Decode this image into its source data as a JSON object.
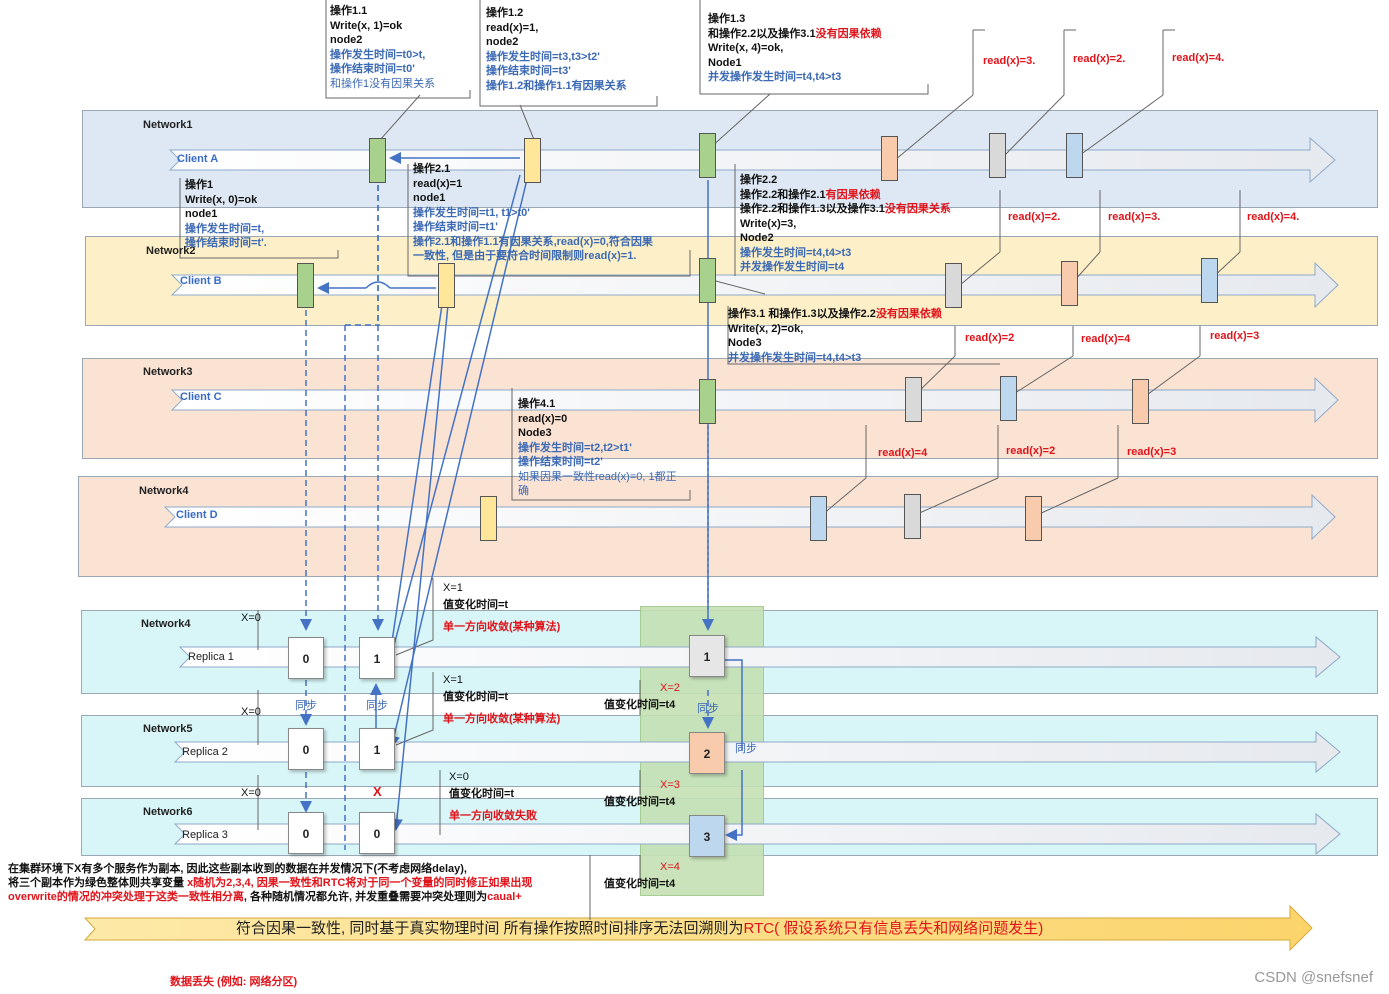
{
  "networks": [
    {
      "title": "Network1",
      "client": "Client A"
    },
    {
      "title": "Network2",
      "client": "Client B"
    },
    {
      "title": "Network3",
      "client": "Client C"
    },
    {
      "title": "Network4",
      "client": "Client D"
    },
    {
      "title": "Network4",
      "client": "Replica 1"
    },
    {
      "title": "Network5",
      "client": "Replica 2"
    },
    {
      "title": "Network6",
      "client": "Replica 3"
    }
  ],
  "notes": {
    "op11": [
      "操作1.1",
      "Write(x,  1)=ok",
      "node2",
      "操作发生时间=t0>t,",
      "操作结束时间=t0'",
      "和操作1没有因果关系"
    ],
    "op12": [
      "操作1.2",
      "read(x)=1,",
      "node2",
      "操作发生时间=t3,t3>t2'",
      "操作结束时间=t3'",
      "操作1.2和操作1.1有因果关系"
    ],
    "op13_title": "操作1.3",
    "op13_line1a": "和操作2.2以及操作3.1",
    "op13_line1b": "没有因果依赖",
    "op13_rest": [
      "Write(x,  4)=ok,",
      "Node1",
      "并发操作发生时间=t4,t4>t3"
    ],
    "op1": [
      "操作1",
      "Write(x,  0)=ok",
      "node1",
      "操作发生时间=t,",
      "操作结束时间=t'."
    ],
    "op21": [
      "操作2.1",
      "read(x)=1",
      "node1",
      "操作发生时间=t1, t1>t0'",
      "操作结束时间=t1'",
      "操作2.1和操作1.1有因果关系,read(x)=0,符合因果",
      "一致性, 但是由于要符合时间限制则read(x)=1."
    ],
    "op22_title": "操作2.2",
    "op22_line1a": "操作2.2和操作2.1",
    "op22_line1b": "有因果依赖",
    "op22_line2a": "操作2.2和操作1.3以及操作3.1",
    "op22_line2b": "没有因果关系",
    "op22_rest": [
      "Write(x)=3,",
      "Node2",
      "操作发生时间=t4,t4>t3",
      "并发操作发生时间=t4"
    ],
    "op31_line1a": "操作3.1 和操作1.3以及操作2.2",
    "op31_line1b": "没有因果依赖",
    "op31_rest": [
      "Write(x,  2)=ok,",
      "Node3",
      "并发操作发生时间=t4,t4>t3"
    ],
    "op41": [
      "操作4.1",
      "read(x)=0",
      "Node3",
      "操作发生时间=t2,t2>t1'",
      "操作结束时间=t2'",
      "如果因果一致性read(x)=0,  1都正",
      "确"
    ]
  },
  "reads": [
    "read(x)=3.",
    "read(x)=2.",
    "read(x)=4.",
    "read(x)=2.",
    "read(x)=3.",
    "read(x)=4.",
    "read(x)=2",
    "read(x)=4",
    "read(x)=3",
    "read(x)=4",
    "read(x)=2",
    "read(x)=3"
  ],
  "replica_values": {
    "r1": [
      "0",
      "1",
      "1"
    ],
    "r2": [
      "0",
      "1",
      "2"
    ],
    "r3": [
      "0",
      "0",
      "3"
    ]
  },
  "labels": {
    "x0": "X=0",
    "x1": "X=1",
    "x2": "X=2",
    "x3": "X=3",
    "x4": "X=4",
    "vt": "值变化时间=t",
    "vt4": "值变化时间=t4",
    "conv": "单一方向收敛(某种算法)",
    "conv_fail": "单一方向收敛失败",
    "sync": "同步",
    "x_mark": "X"
  },
  "footer": {
    "line1": "在集群环境下X有多个服务作为副本, 因此这些副本收到的数据在并发情况下(不考虑网络delay),",
    "line2a": "将三个副本作为绿色整体则共享变量 ",
    "line2b": "x随机为2,3,4, 因果一致性和RTC将对于同一个变量的同时修正如果出现",
    "line3a": "overwrite的情况的冲突处理于这类一致性相分离",
    "line3b": ", 各种随机情况都允许, 并发重叠需要冲突处理则为",
    "line3c": "caual+",
    "banner_a": "符合因果一致性, 同时基于真实物理时间 所有操作按照时间排序无法回溯则为",
    "banner_b": "RTC( 假设系统只有信息丢失和网络问题发生)",
    "loss": "数据丢失 (例如: 网络分区)",
    "watermark": "CSDN @snefsnef"
  },
  "colors": {
    "green": "#a9d18e",
    "yellow": "#ffe699",
    "orange": "#f8cbad",
    "gray": "#d9d9d9",
    "blue": "#bdd7ee",
    "lane1": "#dde8f4",
    "lane2": "#fdf0c8",
    "lane3": "#fbe3d4",
    "lane5": "#d8f6f7",
    "conflict": "#c5e0b4"
  }
}
